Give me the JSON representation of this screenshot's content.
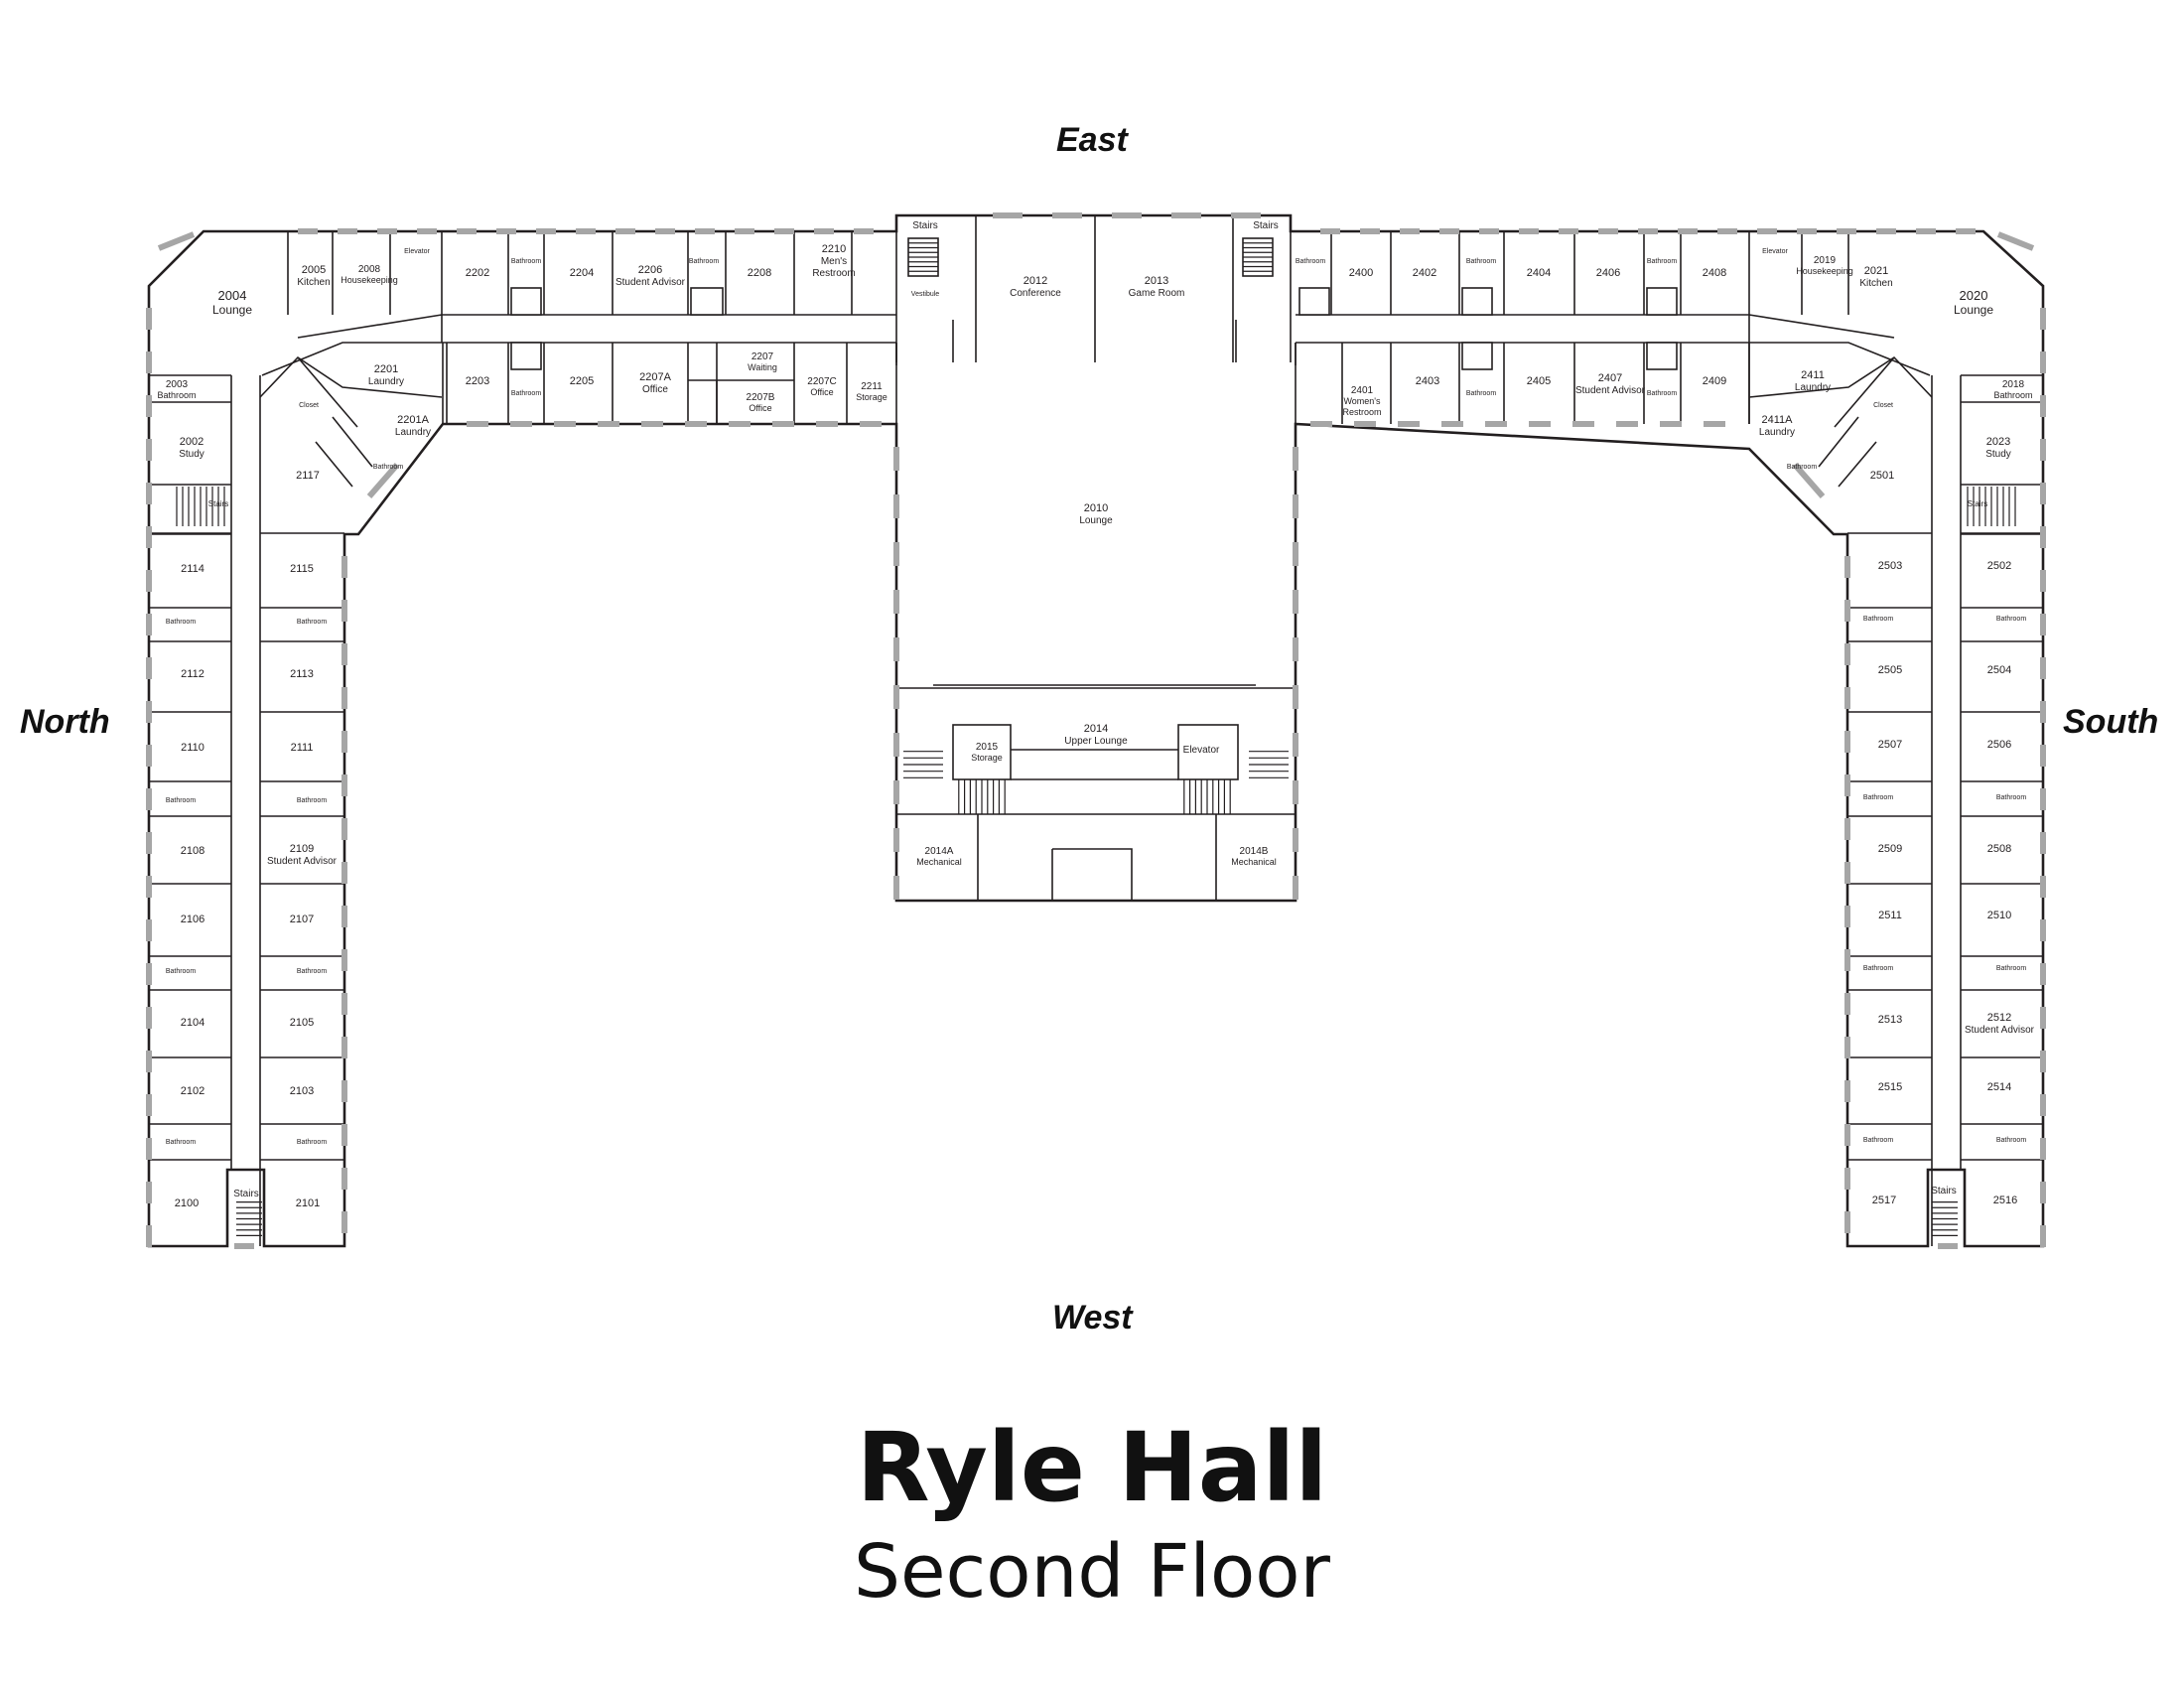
{
  "directions": {
    "north": "North",
    "south": "South",
    "east": "East",
    "west": "West"
  },
  "title": "Ryle Hall",
  "subtitle": "Second Floor",
  "rooms": {
    "r2004": [
      "2004",
      "Lounge"
    ],
    "r2005": [
      "2005",
      "Kitchen"
    ],
    "r2008": [
      "2008",
      "Housekeeping"
    ],
    "elevL": [
      "Elevator"
    ],
    "r2202": [
      "2202"
    ],
    "bathA": [
      "Bathroom"
    ],
    "r2204": [
      "2204"
    ],
    "r2206": [
      "2206",
      "Student Advisor"
    ],
    "bathB": [
      "Bathroom"
    ],
    "r2208": [
      "2208"
    ],
    "r2210": [
      "2210",
      "Men's",
      "Restroom"
    ],
    "stairsEL": [
      "Stairs"
    ],
    "vest": [
      "Vestibule"
    ],
    "r2012": [
      "2012",
      "Conference"
    ],
    "r2013": [
      "2013",
      "Game Room"
    ],
    "stairsER": [
      "Stairs"
    ],
    "bathC": [
      "Bathroom"
    ],
    "r2400": [
      "2400"
    ],
    "r2402": [
      "2402"
    ],
    "bathD": [
      "Bathroom"
    ],
    "r2404": [
      "2404"
    ],
    "r2406": [
      "2406"
    ],
    "bathE": [
      "Bathroom"
    ],
    "r2408": [
      "2408"
    ],
    "elevR": [
      "Elevator"
    ],
    "r2019": [
      "2019",
      "Housekeeping"
    ],
    "r2021": [
      "2021",
      "Kitchen"
    ],
    "r2020": [
      "2020",
      "Lounge"
    ],
    "r2201": [
      "2201",
      "Laundry"
    ],
    "r2203": [
      "2203"
    ],
    "bathF": [
      "Bathroom"
    ],
    "r2205": [
      "2205"
    ],
    "r2207A": [
      "2207A",
      "Office"
    ],
    "r2207": [
      "2207",
      "Waiting"
    ],
    "r2207B": [
      "2207B",
      "Office"
    ],
    "r2207C": [
      "2207C",
      "Office"
    ],
    "r2211": [
      "2211",
      "Storage"
    ],
    "r2401": [
      "2401",
      "Women's",
      "Restroom"
    ],
    "r2403": [
      "2403"
    ],
    "bathG": [
      "Bathroom"
    ],
    "r2405": [
      "2405"
    ],
    "r2407": [
      "2407",
      "Student Advisor"
    ],
    "bathH": [
      "Bathroom"
    ],
    "r2409": [
      "2409"
    ],
    "r2411": [
      "2411",
      "Laundry"
    ],
    "r2003": [
      "2003",
      "Bathroom"
    ],
    "closetL": [
      "Closet"
    ],
    "r2201A": [
      "2201A",
      "Laundry"
    ],
    "bathI": [
      "Bathroom"
    ],
    "r2002": [
      "2002",
      "Study"
    ],
    "r2117": [
      "2117"
    ],
    "stairsNW": [
      "Stairs"
    ],
    "r2411A": [
      "2411A",
      "Laundry"
    ],
    "closetR": [
      "Closet"
    ],
    "bathJ": [
      "Bathroom"
    ],
    "r2018": [
      "2018",
      "Bathroom"
    ],
    "r2023": [
      "2023",
      "Study"
    ],
    "r2501": [
      "2501"
    ],
    "stairsSE": [
      "Stairs"
    ],
    "r2010": [
      "2010",
      "Lounge"
    ],
    "r2014": [
      "2014",
      "Upper Lounge"
    ],
    "r2015": [
      "2015",
      "Storage"
    ],
    "elevC": [
      "Elevator"
    ],
    "r2014A": [
      "2014A",
      "Mechanical"
    ],
    "r2014B": [
      "2014B",
      "Mechanical"
    ],
    "r2114": [
      "2114"
    ],
    "r2115": [
      "2115"
    ],
    "bath1": [
      "Bathroom"
    ],
    "bath2": [
      "Bathroom"
    ],
    "r2112": [
      "2112"
    ],
    "r2113": [
      "2113"
    ],
    "r2110": [
      "2110"
    ],
    "r2111": [
      "2111"
    ],
    "bath3": [
      "Bathroom"
    ],
    "bath4": [
      "Bathroom"
    ],
    "r2108": [
      "2108"
    ],
    "r2109": [
      "2109",
      "Student Advisor"
    ],
    "r2106": [
      "2106"
    ],
    "r2107": [
      "2107"
    ],
    "bath5": [
      "Bathroom"
    ],
    "bath6": [
      "Bathroom"
    ],
    "r2104": [
      "2104"
    ],
    "r2105": [
      "2105"
    ],
    "r2102": [
      "2102"
    ],
    "r2103": [
      "2103"
    ],
    "bath7": [
      "Bathroom"
    ],
    "bath8": [
      "Bathroom"
    ],
    "r2100": [
      "2100"
    ],
    "stairsN": [
      "Stairs"
    ],
    "r2101": [
      "2101"
    ],
    "r2503": [
      "2503"
    ],
    "r2502": [
      "2502"
    ],
    "bath9": [
      "Bathroom"
    ],
    "bath10": [
      "Bathroom"
    ],
    "r2505": [
      "2505"
    ],
    "r2504": [
      "2504"
    ],
    "r2507": [
      "2507"
    ],
    "r2506": [
      "2506"
    ],
    "bath11": [
      "Bathroom"
    ],
    "bath12": [
      "Bathroom"
    ],
    "r2509": [
      "2509"
    ],
    "r2508": [
      "2508"
    ],
    "r2511": [
      "2511"
    ],
    "r2510": [
      "2510"
    ],
    "bath13": [
      "Bathroom"
    ],
    "bath14": [
      "Bathroom"
    ],
    "r2513": [
      "2513"
    ],
    "r2512": [
      "2512",
      "Student Advisor"
    ],
    "r2515": [
      "2515"
    ],
    "r2514": [
      "2514"
    ],
    "bath15": [
      "Bathroom"
    ],
    "bath16": [
      "Bathroom"
    ],
    "r2517": [
      "2517"
    ],
    "stairsS": [
      "Stairs"
    ],
    "r2516": [
      "2516"
    ]
  }
}
